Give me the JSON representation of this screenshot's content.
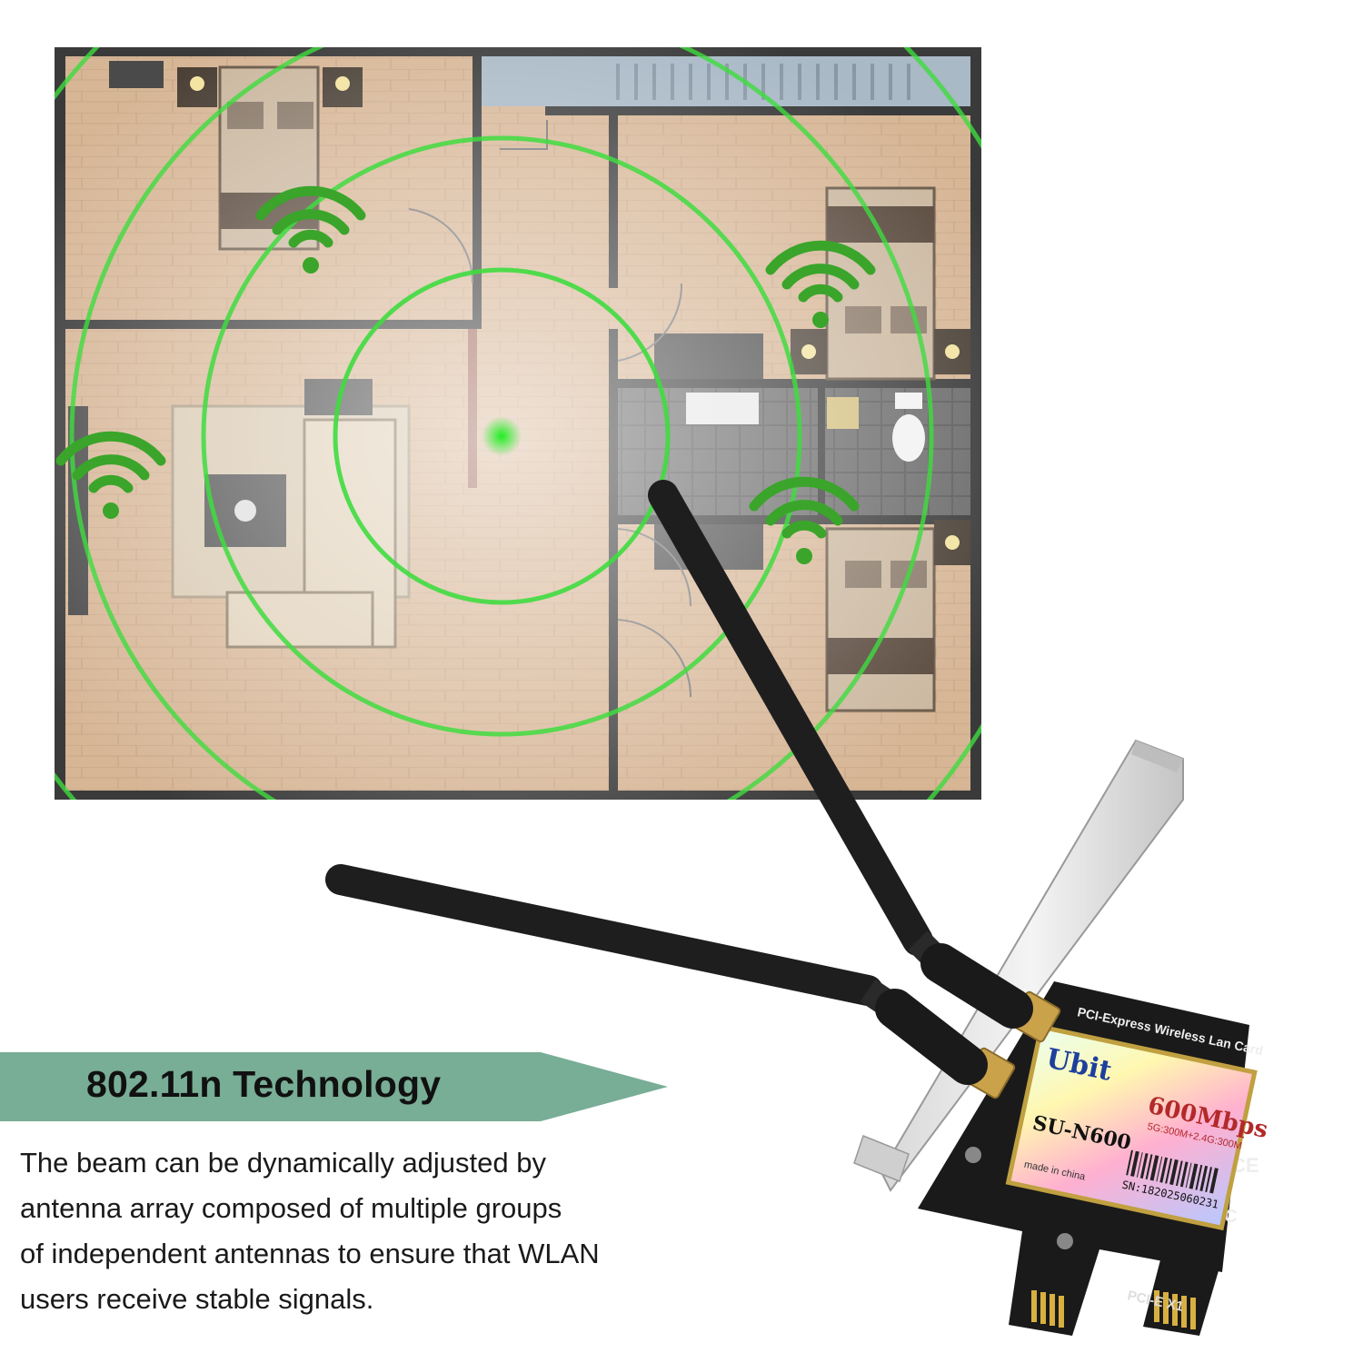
{
  "banner": {
    "title": "802.11n Technology",
    "color": "#78ad96"
  },
  "description": {
    "lines": [
      "The beam can be dynamically adjusted by",
      "antenna array composed of multiple groups",
      "of independent antennas to ensure that WLAN",
      "users receive stable signals."
    ]
  },
  "card": {
    "brand": "Ubit",
    "speed": "600Mbps",
    "speed_detail": "5G:300M+2.4G:300M",
    "model": "SU-N600",
    "serial": "SN:182025060231",
    "origin": "made in china",
    "header_text": "PCI-Express Wireless Lan Card",
    "slot_label": "PCI-E X1"
  },
  "colors": {
    "signal_green": "#3fdc3f",
    "wifi_green": "#3aa52a",
    "floor": "#d9b898"
  }
}
